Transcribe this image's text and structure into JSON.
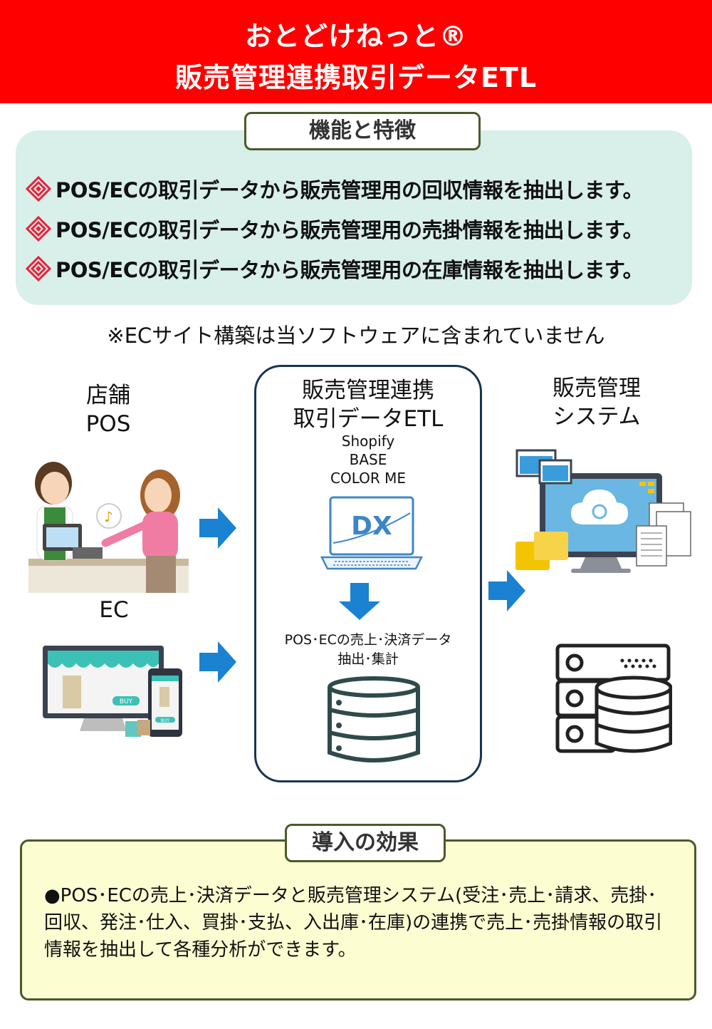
{
  "header": {
    "title_line1": "おとどけねっと®",
    "title_line2": "販売管理連携取引データETL"
  },
  "features": {
    "heading": "機能と特徴",
    "items": [
      "POS/ECの取引データから販売管理用の回収情報を抽出します。",
      "POS/ECの取引データから販売管理用の売掛情報を抽出します。",
      "POS/ECの取引データから販売管理用の在庫情報を抽出します。"
    ]
  },
  "note": "※ECサイト構築は当ソフトウェアに含まれていません",
  "diagram": {
    "pos_label_line1": "店舗",
    "pos_label_line2": "POS",
    "ec_label": "EC",
    "ec_buy_label": "BUY",
    "etl_title_line1": "販売管理連携",
    "etl_title_line2": "取引データETL",
    "etl_sources": [
      "Shopify",
      "BASE",
      "COLOR ME"
    ],
    "dx_label": "DX",
    "etl_caption_line1": "POS･ECの売上･決済データ",
    "etl_caption_line2": "抽出･集計",
    "system_label_line1": "販売管理",
    "system_label_line2": "システム"
  },
  "effects": {
    "heading": "導入の効果",
    "text": "●POS･ECの売上･決済データと販売管理システム(受注･売上･請求、売掛･回収、発注･仕入、買掛･支払、入出庫･在庫)の連携で売上･売掛情報の取引情報を抽出して各種分析ができます。"
  },
  "colors": {
    "header_bg": "#ff0000",
    "features_bg": "#d8efea",
    "effects_bg": "#fdfdd2",
    "pill_border": "#4a5a2a",
    "arrow": "#1a82d0",
    "etl_border": "#1a3452",
    "bullet_mark": "#e8223a"
  }
}
